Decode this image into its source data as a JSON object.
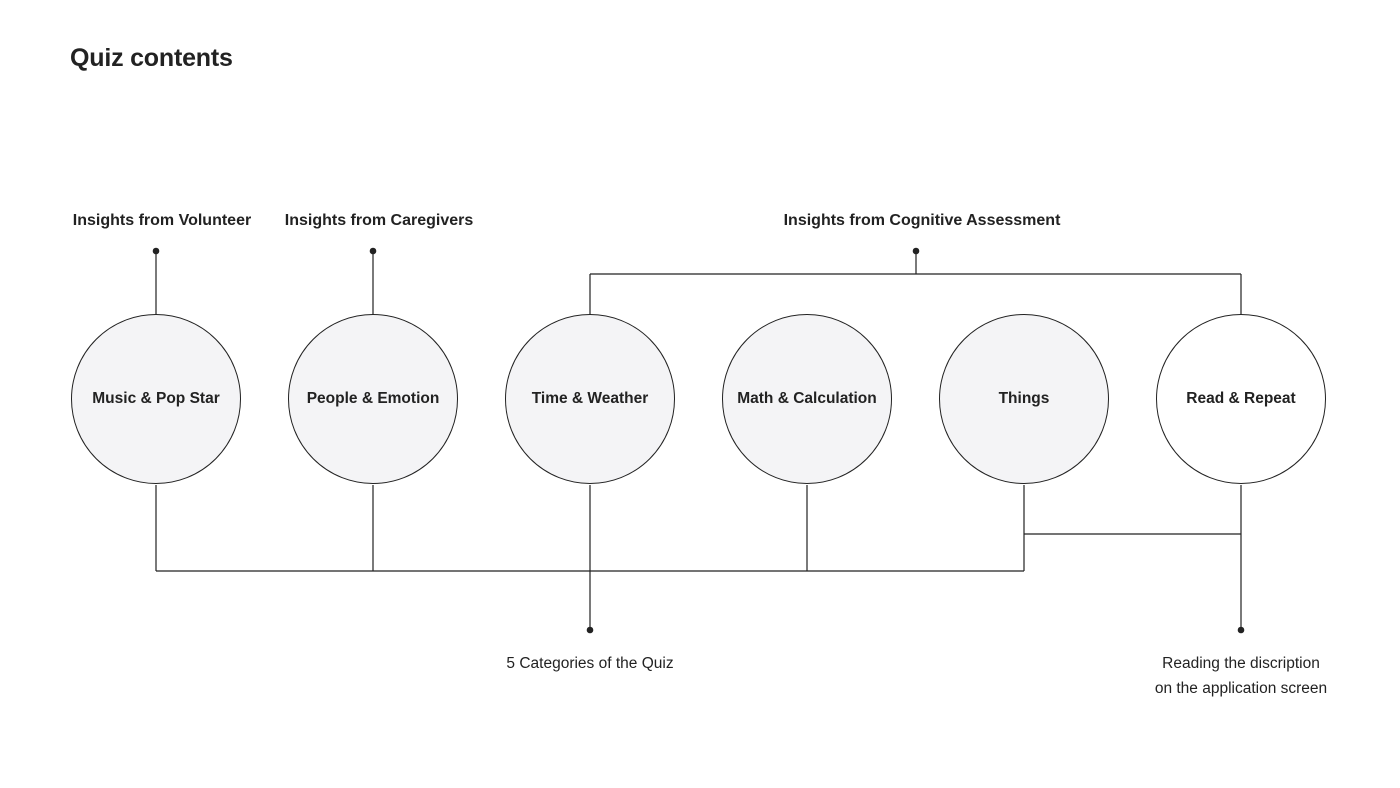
{
  "title": "Quiz contents",
  "sources": {
    "volunteer": "Insights from Volunteer",
    "caregivers": "Insights from Caregivers",
    "cognitive": "Insights from Cognitive Assessment"
  },
  "nodes": [
    {
      "label": "Music & Pop Star",
      "style": "filled"
    },
    {
      "label": "People & Emotion",
      "style": "filled"
    },
    {
      "label": "Time & Weather",
      "style": "filled"
    },
    {
      "label": "Math & Calculation",
      "style": "filled"
    },
    {
      "label": "Things",
      "style": "filled"
    },
    {
      "label": "Read & Repeat",
      "style": "empty"
    }
  ],
  "outcomes": {
    "categories": "5 Categories of the Quiz",
    "reading_line1": "Reading the discription",
    "reading_line2": "on the application screen"
  },
  "colors": {
    "line": "#222222",
    "node_fill": "#f4f4f6",
    "background": "#ffffff"
  }
}
